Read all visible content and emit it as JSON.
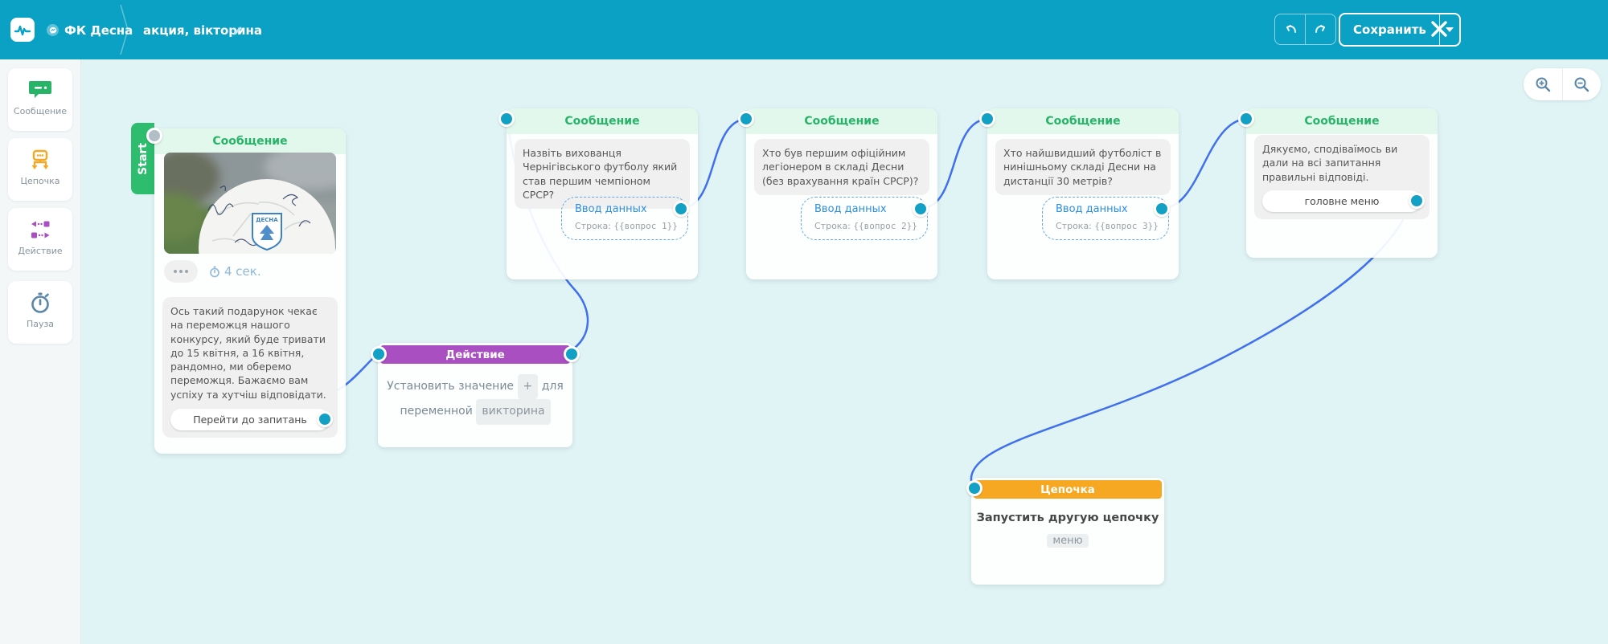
{
  "header": {
    "workspace": "ФК Десна",
    "flow_title": "акция, вікторина",
    "save_label": "Сохранить",
    "icons": [
      "pulse-logo-icon",
      "messenger-icon",
      "pencil-icon",
      "undo-icon",
      "redo-icon",
      "caret-down-icon",
      "close-icon"
    ]
  },
  "canvas_controls": {
    "icons": [
      "zoom-in-icon",
      "zoom-out-icon"
    ]
  },
  "sidebar": {
    "items": [
      {
        "label": "Сообщение",
        "icon": "message-icon",
        "color": "#27b468"
      },
      {
        "label": "Цепочка",
        "icon": "chain-icon",
        "color": "#f7a823"
      },
      {
        "label": "Действие",
        "icon": "action-icon",
        "color": "#aa4fc2"
      },
      {
        "label": "Пауза",
        "icon": "pause-icon",
        "color": "#5b87a8"
      }
    ]
  },
  "nodes": {
    "start": {
      "type_label": "Сообщение",
      "start_tab": "Start",
      "delay": "4 сек.",
      "text": "Ось такий подарунок чекає на переможця нашого конкурсу, який буде тривати до 15 квітня, а 16 квітня, рандомно, ми оберемо переможця. Бажаємо вам успіху та хутчіш відповідати.",
      "button": "Перейти до запитань"
    },
    "q1": {
      "type_label": "Сообщение",
      "question": "Назвіть вихованця Чернігівського футболу який став першим чемпіоном СРСР?",
      "input_label": "Ввод данных",
      "input_type": "Строка:",
      "variable": "{{вопрос 1}}"
    },
    "q2": {
      "type_label": "Сообщение",
      "question": "Хто був першим офіційним легіонером в складі Десни (без врахування країн СРСР)?",
      "input_label": "Ввод данных",
      "input_type": "Строка:",
      "variable": "{{вопрос 2}}"
    },
    "q3": {
      "type_label": "Сообщение",
      "question": "Хто найшвидший футболіст в нинішньому складі Десни на дистанції 30 метрів?",
      "input_label": "Ввод данных",
      "input_type": "Строка:",
      "variable": "{{вопрос 3}}"
    },
    "thanks": {
      "type_label": "Сообщение",
      "text": "Дякуємо, сподіваїмось ви дали на всі запитання правильні відповіді.",
      "button": "головне меню"
    },
    "action": {
      "type_label": "Действие",
      "line1_pre": "Установить значение",
      "plus_chip": "+",
      "line1_post": "для",
      "line2_pre": "переменной",
      "variable_chip": "викторина"
    },
    "chain": {
      "type_label": "Цепочка",
      "title": "Запустить другую цепочку",
      "chip": "меню"
    }
  },
  "colors": {
    "header_teal": "#0ba1c4",
    "canvas": "#e0f3f5",
    "message_green": "#27b468",
    "action_purple": "#aa4fc2",
    "chain_orange": "#f7a823",
    "wire_blue": "#4070ee",
    "port_teal": "#12a0c4"
  }
}
